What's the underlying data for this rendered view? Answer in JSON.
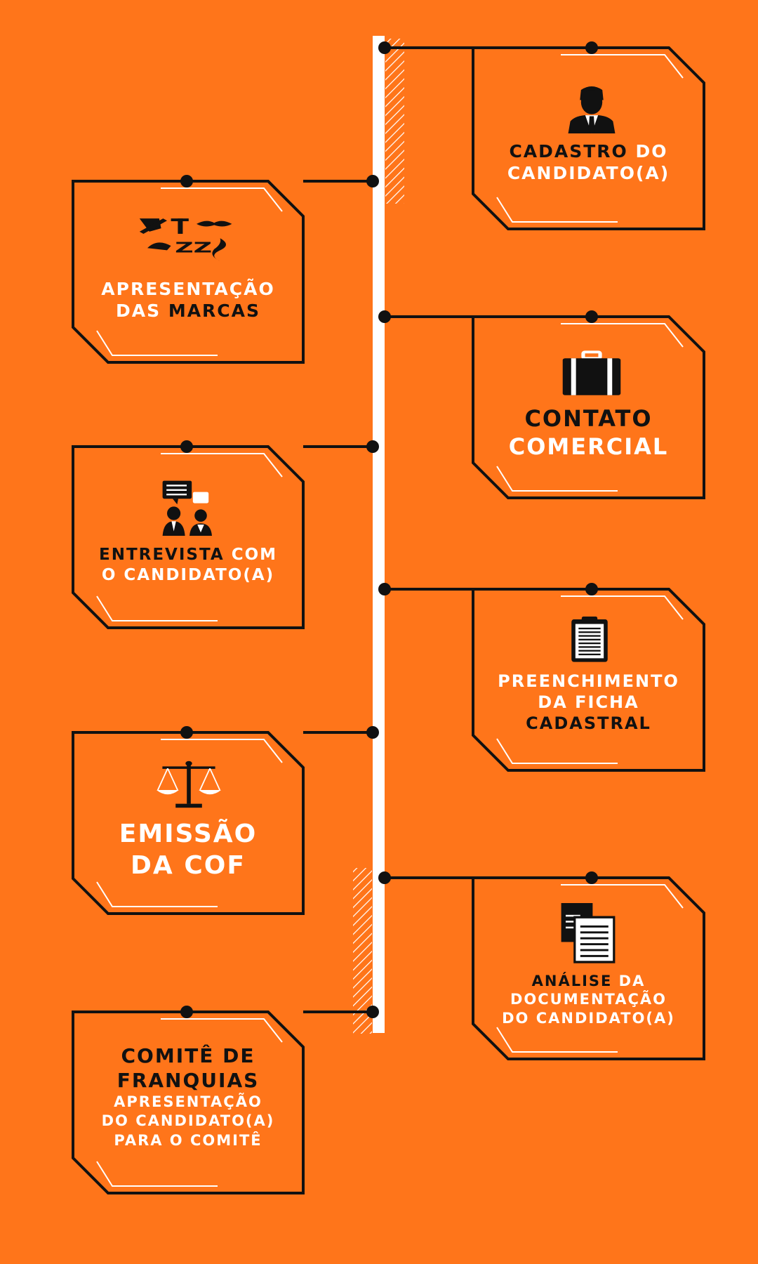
{
  "colors": {
    "background": "#FF751A",
    "line": "#111111",
    "white": "#FFFFFF"
  },
  "steps": [
    {
      "id": "cadastro",
      "side": "right",
      "icon": "businessman-icon",
      "lines": [
        [
          {
            "text": "CADASTRO",
            "color": "dark"
          },
          {
            "text": " DO",
            "color": "light"
          }
        ],
        [
          {
            "text": "CANDIDATO(A)",
            "color": "light"
          }
        ]
      ]
    },
    {
      "id": "apresentacao",
      "side": "left",
      "icon": "brand-logos-icon",
      "lines": [
        [
          {
            "text": "APRESENTAÇÃO",
            "color": "light"
          }
        ],
        [
          {
            "text": "DAS",
            "color": "light"
          },
          {
            "text": " MARCAS",
            "color": "dark"
          }
        ]
      ]
    },
    {
      "id": "contato",
      "side": "right",
      "icon": "briefcase-icon",
      "lines": [
        [
          {
            "text": "CONTATO",
            "color": "dark"
          }
        ],
        [
          {
            "text": "COMERCIAL",
            "color": "light"
          }
        ]
      ]
    },
    {
      "id": "entrevista",
      "side": "left",
      "icon": "interview-icon",
      "lines": [
        [
          {
            "text": "ENTREVISTA",
            "color": "dark"
          },
          {
            "text": " COM",
            "color": "light"
          }
        ],
        [
          {
            "text": "O CANDIDATO(A)",
            "color": "light"
          }
        ]
      ]
    },
    {
      "id": "preenchimento",
      "side": "right",
      "icon": "clipboard-icon",
      "lines": [
        [
          {
            "text": "PREENCHIMENTO",
            "color": "light"
          }
        ],
        [
          {
            "text": "DA FICHA",
            "color": "light"
          }
        ],
        [
          {
            "text": "CADASTRAL",
            "color": "dark"
          }
        ]
      ]
    },
    {
      "id": "emissao",
      "side": "left",
      "icon": "scales-icon",
      "lines": [
        [
          {
            "text": "EMISSÃO",
            "color": "light"
          }
        ],
        [
          {
            "text": "DA COF",
            "color": "light"
          }
        ]
      ]
    },
    {
      "id": "analise",
      "side": "right",
      "icon": "documents-icon",
      "lines": [
        [
          {
            "text": "ANÁLISE",
            "color": "dark"
          },
          {
            "text": " DA",
            "color": "light"
          }
        ],
        [
          {
            "text": "DOCUMENTAÇÃO",
            "color": "light"
          }
        ],
        [
          {
            "text": "DO CANDIDATO(A)",
            "color": "light"
          }
        ]
      ]
    },
    {
      "id": "comite",
      "side": "left",
      "icon": "none",
      "lines": [
        [
          {
            "text": "COMITÊ DE",
            "color": "dark"
          }
        ],
        [
          {
            "text": "FRANQUIAS",
            "color": "dark"
          }
        ],
        [
          {
            "text": "APRESENTAÇÃO",
            "color": "light"
          }
        ],
        [
          {
            "text": "DO CANDIDATO(A)",
            "color": "light"
          }
        ],
        [
          {
            "text": "PARA O COMITÊ",
            "color": "light"
          }
        ]
      ]
    }
  ]
}
